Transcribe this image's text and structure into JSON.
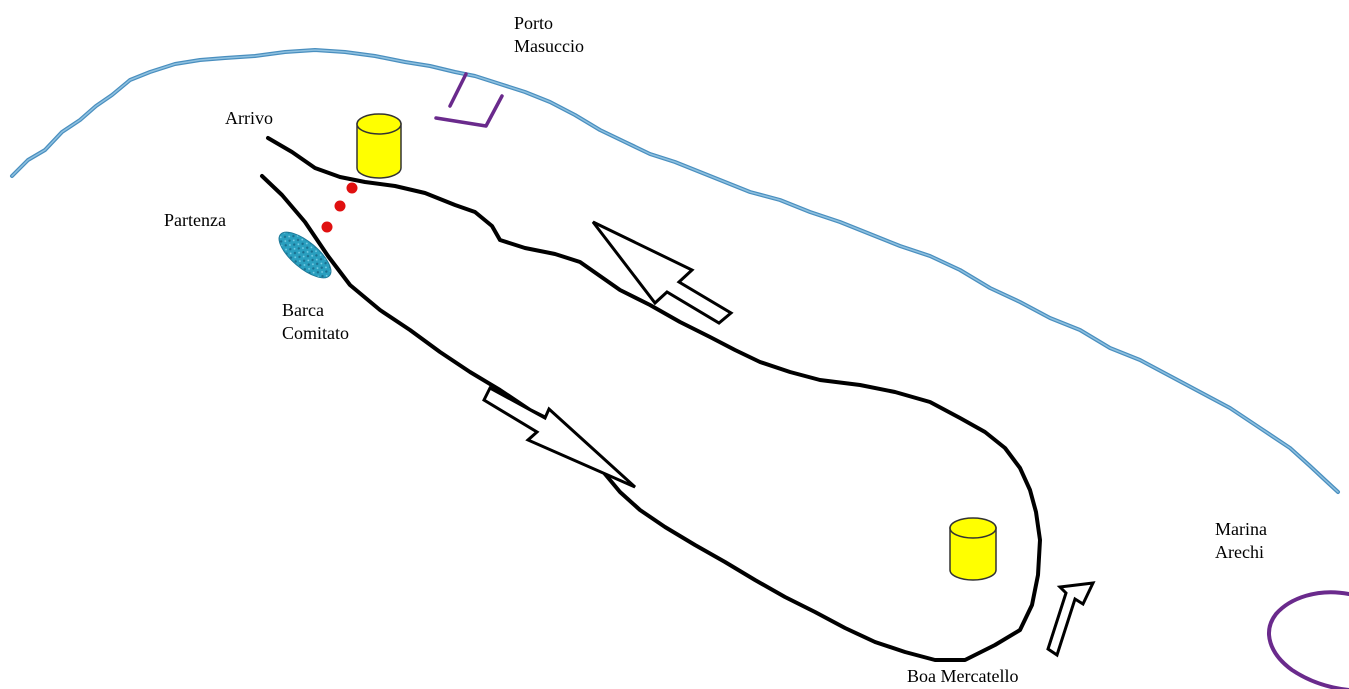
{
  "labels": {
    "porto_masuccio": [
      "Porto",
      "Masuccio"
    ],
    "arrivo": "Arrivo",
    "partenza": "Partenza",
    "barca_comitato": [
      "Barca",
      "Comitato"
    ],
    "marina_arechi": [
      "Marina",
      "Arechi"
    ],
    "boa_mercatello": "Boa Mercatello"
  },
  "colors": {
    "coastline": "#4a8fbf",
    "coastline_light": "#8fc1e0",
    "harbor": "#6a2a8c",
    "buoy_fill": "#ffff00",
    "buoy_stroke": "#333333",
    "start_marks": "#e01010",
    "committee_boat": "#2a9fbf",
    "course_line": "#000000"
  },
  "icons": {
    "buoy": "cylinder-buoy-icon",
    "arrow": "hollow-direction-arrow-icon",
    "boat": "committee-boat-icon"
  }
}
